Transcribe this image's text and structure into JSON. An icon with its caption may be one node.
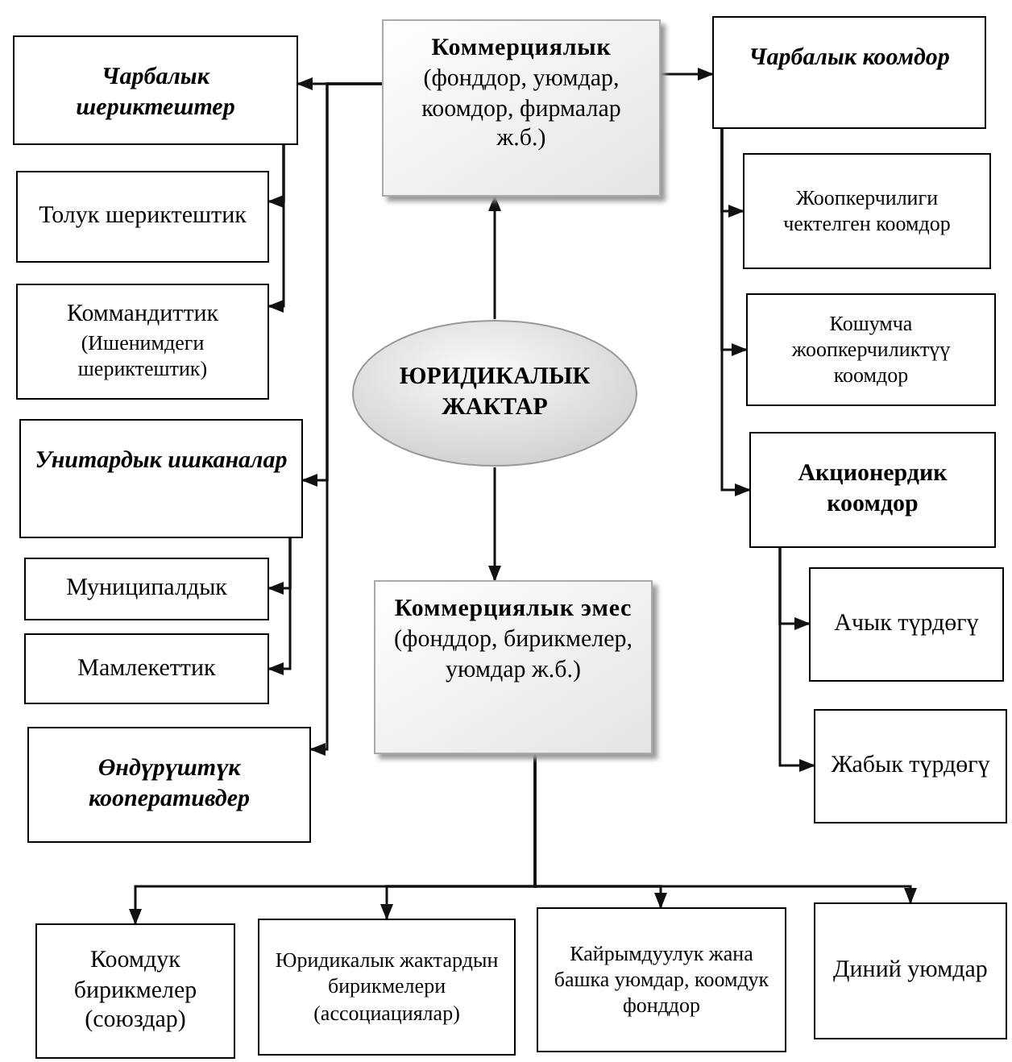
{
  "diagram": {
    "nodes": [
      {
        "text": [
          "Коммерциялык",
          "(фонддор, уюмдар, коомдор, фирмалар ж.б.)"
        ]
      },
      {
        "text": [
          "ЮРИДИКАЛЫК ЖАКТАР"
        ]
      },
      {
        "text": [
          "Коммерциялык эмес",
          "(фонддор, бирикмелер, уюмдар ж.б.)"
        ]
      },
      {
        "text": [
          "Чарбалык шериктештер"
        ]
      },
      {
        "text": [
          "Толук шериктештик"
        ]
      },
      {
        "text": [
          "Коммандиттик",
          "(Ишенимдеги шериктештик)"
        ]
      },
      {
        "text": [
          "Унитардык ишканалар"
        ]
      },
      {
        "text": [
          "Муниципалдык"
        ]
      },
      {
        "text": [
          "Мамлекеттик"
        ]
      },
      {
        "text": [
          "Өндүрүштүк кооперативдер"
        ]
      },
      {
        "text": [
          "Чарбалык коомдор"
        ]
      },
      {
        "text": [
          "Жоопкерчилиги чектелген коомдор"
        ]
      },
      {
        "text": [
          "Кошумча жоопкерчиликтүү коомдор"
        ]
      },
      {
        "text": [
          "Акционердик коомдор"
        ]
      },
      {
        "text": [
          "Ачык түрдөгү"
        ]
      },
      {
        "text": [
          "Жабык түрдөгү"
        ]
      },
      {
        "text": [
          "Коомдук бирикмелер (союздар)"
        ]
      },
      {
        "text": [
          "Юридикалык жактардын бирикмелери (ассоциациялар)"
        ]
      },
      {
        "text": [
          "Кайрымдуулук жана башка уюмдар, коомдук фонддор"
        ]
      },
      {
        "text": [
          "Диний уюмдар"
        ]
      }
    ],
    "edges": [
      {
        "from": 1,
        "to": 0,
        "arrow": "to"
      },
      {
        "from": 1,
        "to": 2,
        "arrow": "to"
      },
      {
        "from": 0,
        "to": 3,
        "arrow": "to"
      },
      {
        "from": 0,
        "to": 6,
        "arrow": "to"
      },
      {
        "from": 0,
        "to": 9,
        "arrow": "to"
      },
      {
        "from": 0,
        "to": 10,
        "arrow": "to"
      },
      {
        "from": 3,
        "to": 4,
        "arrow": "to"
      },
      {
        "from": 3,
        "to": 5,
        "arrow": "to"
      },
      {
        "from": 6,
        "to": 7,
        "arrow": "to"
      },
      {
        "from": 6,
        "to": 8,
        "arrow": "to"
      },
      {
        "from": 10,
        "to": 11,
        "arrow": "to"
      },
      {
        "from": 10,
        "to": 12,
        "arrow": "to"
      },
      {
        "from": 10,
        "to": 13,
        "arrow": "to"
      },
      {
        "from": 13,
        "to": 14,
        "arrow": "to"
      },
      {
        "from": 13,
        "to": 15,
        "arrow": "to"
      },
      {
        "from": 2,
        "to": 16,
        "arrow": "to"
      },
      {
        "from": 2,
        "to": 17,
        "arrow": "to"
      },
      {
        "from": 2,
        "to": 18,
        "arrow": "to"
      },
      {
        "from": 2,
        "to": 19,
        "arrow": "to"
      }
    ]
  }
}
